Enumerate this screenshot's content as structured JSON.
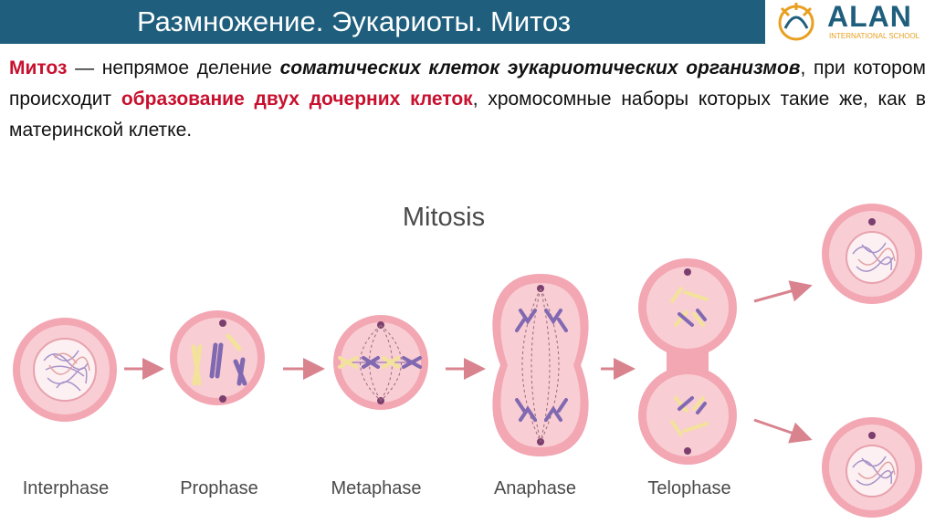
{
  "header": {
    "title": "Размножение. Эукариоты. Митоз",
    "logo_text": "ALAN",
    "logo_subtext": "INTERNATIONAL SCHOOL"
  },
  "definition": {
    "term": "Митоз",
    "part1": " — непрямое деление ",
    "emphasis": "соматических клеток эукариотических организмов",
    "part2": ", при котором происходит ",
    "highlight": "образование двух дочерних клеток",
    "part3": ", хромосомные наборы которых такие же, как в материнской клетке."
  },
  "diagram": {
    "title": "Mitosis",
    "stages": [
      "Interphase",
      "Prophase",
      "Metaphase",
      "Anaphase",
      "Telophase"
    ]
  },
  "colors": {
    "header_bg": "#1f5f7d",
    "accent_red": "#c8102e",
    "cell_outer": "#f2a7b3",
    "cell_inner": "#f9cdd4",
    "arrow": "#d9838f"
  }
}
